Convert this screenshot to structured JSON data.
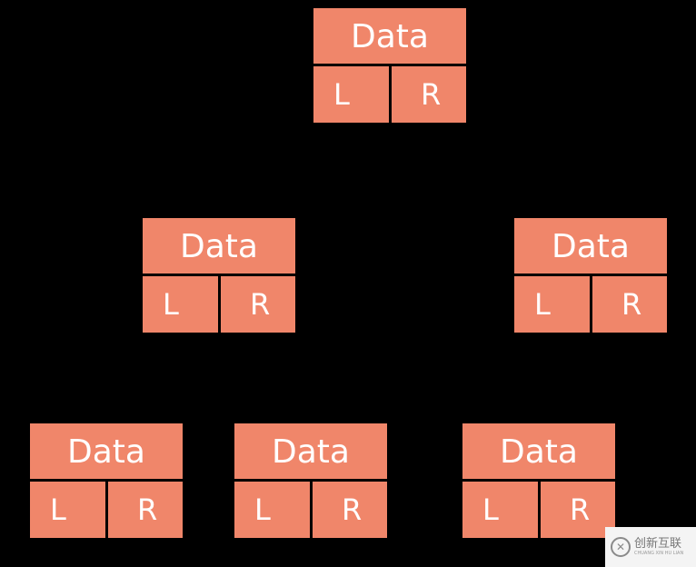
{
  "colors": {
    "background": "#000000",
    "node_fill": "#f0866a",
    "node_text": "#ffffff"
  },
  "tree": {
    "root": {
      "data_label": "Data",
      "left_label": "L",
      "right_label": "R"
    },
    "level1_left": {
      "data_label": "Data",
      "left_label": "L",
      "right_label": "R"
    },
    "level1_right": {
      "data_label": "Data",
      "left_label": "L",
      "right_label": "R"
    },
    "level2_a": {
      "data_label": "Data",
      "left_label": "L",
      "right_label": "R"
    },
    "level2_b": {
      "data_label": "Data",
      "left_label": "L",
      "right_label": "R"
    },
    "level2_c": {
      "data_label": "Data",
      "left_label": "L",
      "right_label": "R"
    }
  },
  "watermark": {
    "logo_icon": "chuangxin-logo-icon",
    "text": "创新互联",
    "subtext": "CHUANG XIN HU LIAN"
  }
}
